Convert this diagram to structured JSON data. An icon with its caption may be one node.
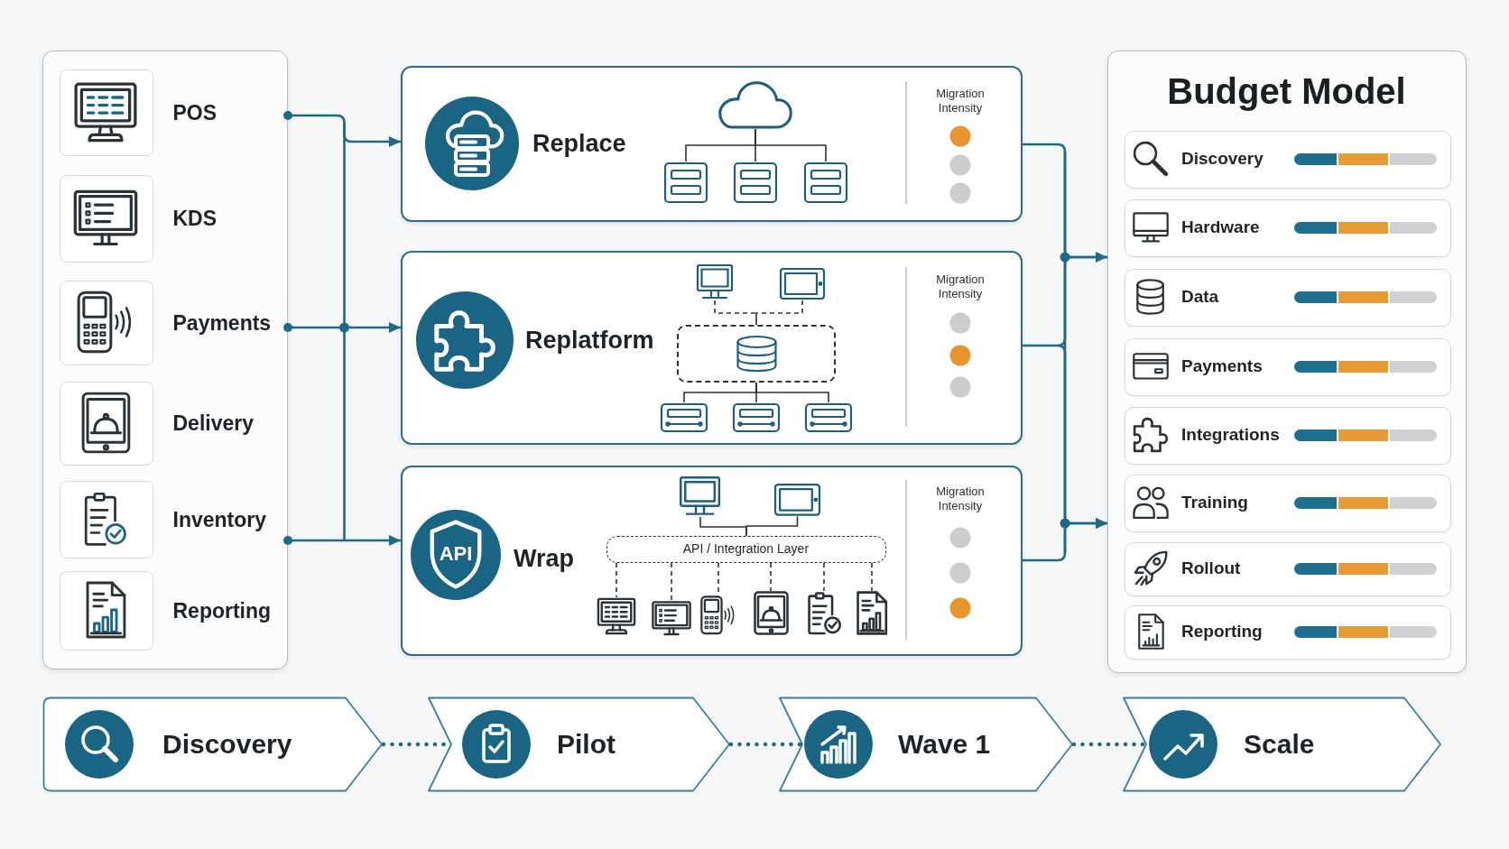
{
  "diagram": {
    "nodes": [
      {
        "text": [],
        "shape": "box"
      },
      {
        "text": [],
        "shape": "picture",
        "beside": [
          "POS"
        ],
        "in": 0
      },
      {
        "text": [],
        "shape": "picture",
        "beside": [
          "KDS"
        ],
        "in": 0
      },
      {
        "text": [],
        "shape": "picture",
        "beside": [
          "Payments"
        ],
        "in": 0
      },
      {
        "text": [],
        "shape": "picture",
        "beside": [
          "Delivery"
        ],
        "in": 0
      },
      {
        "text": [],
        "shape": "picture",
        "beside": [
          "Inventory"
        ],
        "in": 0
      },
      {
        "text": [],
        "shape": "picture",
        "beside": [
          "Reporting"
        ],
        "in": 0
      },
      {
        "text": [
          "Replace",
          "Migration Intensity"
        ]
      },
      {
        "text": [],
        "shape": "cloud",
        "in": 7
      },
      {
        "text": [],
        "shape": "picture",
        "in": 7
      },
      {
        "text": [],
        "shape": "picture",
        "in": 7
      },
      {
        "text": [],
        "shape": "picture",
        "in": 7
      },
      {
        "text": [
          "Replatform",
          "Migration Intensity"
        ]
      },
      {
        "text": [],
        "shape": "picture",
        "in": 12
      },
      {
        "text": [],
        "shape": "picture",
        "in": 12
      },
      {
        "text": [],
        "shape": "box",
        "in": 12
      },
      {
        "text": [],
        "shape": "picture",
        "in": 12
      },
      {
        "text": [],
        "shape": "picture",
        "in": 12
      },
      {
        "text": [],
        "shape": "picture",
        "in": 12
      },
      {
        "text": [
          "Wrap",
          "Migration Intensity"
        ]
      },
      {
        "text": [
          "API"
        ],
        "in": 19
      },
      {
        "text": [],
        "shape": "picture",
        "in": 19
      },
      {
        "text": [],
        "shape": "picture",
        "in": 19
      },
      {
        "text": [
          "API / Integration Layer"
        ],
        "in": 19
      },
      {
        "text": [],
        "shape": "picture",
        "in": 19
      },
      {
        "text": [],
        "shape": "picture",
        "in": 19
      },
      {
        "text": [],
        "shape": "picture",
        "in": 19
      },
      {
        "text": [],
        "shape": "picture",
        "in": 19
      },
      {
        "text": [],
        "shape": "picture",
        "in": 19
      },
      {
        "text": [],
        "shape": "picture",
        "in": 19
      },
      {
        "text": [
          "Budget Model"
        ]
      },
      {
        "text": [
          "Discovery"
        ],
        "in": 30
      },
      {
        "text": [
          "Hardware"
        ],
        "in": 30
      },
      {
        "text": [
          "Data"
        ],
        "in": 30
      },
      {
        "text": [
          "Payments"
        ],
        "in": 30
      },
      {
        "text": [
          "Integrations"
        ],
        "in": 30
      },
      {
        "text": [
          "Training"
        ],
        "in": 30
      },
      {
        "text": [
          "Rollout"
        ],
        "in": 30
      },
      {
        "text": [
          "Reporting"
        ],
        "in": 30
      },
      {
        "text": [
          "Discovery"
        ]
      },
      {
        "text": [
          "Pilot"
        ]
      },
      {
        "text": [
          "Wave 1"
        ]
      },
      {
        "text": [
          "Scale"
        ]
      }
    ],
    "edges": [
      {
        "from": 0,
        "to": 7,
        "arrow": "to",
        "color": "#1d6a88"
      },
      {
        "from": 0,
        "to": 12,
        "arrow": "to",
        "color": "#1d6a88"
      },
      {
        "from": 0,
        "to": 19,
        "arrow": "to",
        "color": "#1d6a88"
      },
      {
        "from": 7,
        "to": 30,
        "arrow": "to",
        "color": "#1d6a88"
      },
      {
        "from": 12,
        "to": 30,
        "arrow": "to",
        "color": "#1d6a88"
      },
      {
        "from": 19,
        "to": 30,
        "arrow": "to",
        "color": "#1d6a88"
      },
      {
        "from": 8,
        "to": 9,
        "arrow": "none"
      },
      {
        "from": 8,
        "to": 10,
        "arrow": "none"
      },
      {
        "from": 8,
        "to": 11,
        "arrow": "none"
      },
      {
        "from": 13,
        "to": 15,
        "arrow": "none",
        "style": "dashed"
      },
      {
        "from": 14,
        "to": 15,
        "arrow": "none",
        "style": "dashed"
      },
      {
        "from": 15,
        "to": 16,
        "arrow": "none"
      },
      {
        "from": 15,
        "to": 17,
        "arrow": "none"
      },
      {
        "from": 15,
        "to": 18,
        "arrow": "none"
      },
      {
        "from": 21,
        "to": 23,
        "arrow": "none"
      },
      {
        "from": 22,
        "to": 23,
        "arrow": "none"
      },
      {
        "from": 23,
        "to": 24,
        "arrow": "none",
        "style": "dashed"
      },
      {
        "from": 23,
        "to": 25,
        "arrow": "none",
        "style": "dashed"
      },
      {
        "from": 23,
        "to": 26,
        "arrow": "none",
        "style": "dashed"
      },
      {
        "from": 23,
        "to": 27,
        "arrow": "none",
        "style": "dashed"
      },
      {
        "from": 23,
        "to": 28,
        "arrow": "none",
        "style": "dashed"
      },
      {
        "from": 23,
        "to": 29,
        "arrow": "none",
        "style": "dashed"
      },
      {
        "from": 39,
        "to": 40,
        "arrow": "none",
        "style": "dashed",
        "color": "#1d6a88"
      },
      {
        "from": 40,
        "to": 41,
        "arrow": "none",
        "style": "dashed",
        "color": "#1d6a88"
      },
      {
        "from": 41,
        "to": 42,
        "arrow": "none",
        "style": "dashed",
        "color": "#1d6a88"
      }
    ]
  }
}
